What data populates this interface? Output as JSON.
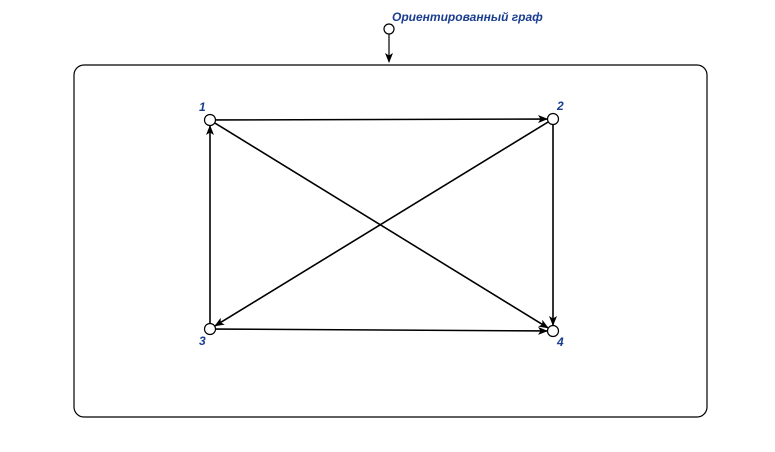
{
  "diagram": {
    "title": "Ориентированный граф",
    "label_color": "#1a3d8f",
    "line_color": "#000000",
    "nodes": [
      {
        "id": "1",
        "label": "1"
      },
      {
        "id": "2",
        "label": "2"
      },
      {
        "id": "3",
        "label": "3"
      },
      {
        "id": "4",
        "label": "4"
      }
    ],
    "edges": [
      {
        "from": "1",
        "to": "2"
      },
      {
        "from": "1",
        "to": "4"
      },
      {
        "from": "2",
        "to": "3"
      },
      {
        "from": "2",
        "to": "4"
      },
      {
        "from": "3",
        "to": "1"
      },
      {
        "from": "3",
        "to": "4"
      }
    ]
  }
}
